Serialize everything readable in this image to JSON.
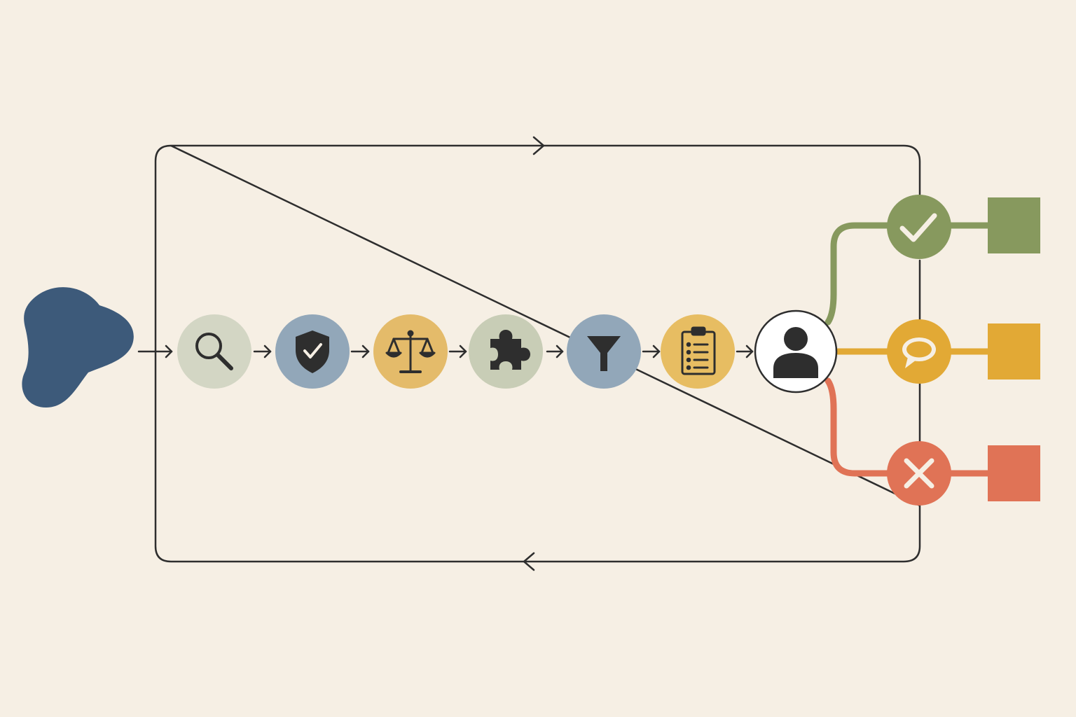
{
  "background": "#f6efe4",
  "line_color": "#2e2e2e",
  "source_blob": {
    "color": "#3d5a7a"
  },
  "pipeline_steps": [
    {
      "id": "search",
      "icon": "magnifier-icon",
      "fill": "#d3d6c4",
      "glyph_color": "#2e2e2e"
    },
    {
      "id": "verify",
      "icon": "shield-check-icon",
      "fill": "#92a7b9",
      "glyph_color": "#2e2e2e"
    },
    {
      "id": "balance",
      "icon": "scales-icon",
      "fill": "#e4bb6a",
      "glyph_color": "#2e2e2e"
    },
    {
      "id": "puzzle",
      "icon": "puzzle-icon",
      "fill": "#c8cdb6",
      "glyph_color": "#2e2e2e"
    },
    {
      "id": "filter",
      "icon": "funnel-icon",
      "fill": "#92a7b9",
      "glyph_color": "#2e2e2e"
    },
    {
      "id": "checklist",
      "icon": "clipboard-icon",
      "fill": "#e7bd62",
      "glyph_color": "#2e2e2e"
    }
  ],
  "reviewer": {
    "icon": "person-icon",
    "fill": "#ffffff",
    "stroke": "#2e2e2e"
  },
  "outcomes": [
    {
      "id": "approve",
      "icon": "checkmark-icon",
      "color": "#87995e"
    },
    {
      "id": "comment",
      "icon": "speech-bubble-icon",
      "color": "#e2a935"
    },
    {
      "id": "reject",
      "icon": "x-mark-icon",
      "color": "#e07356"
    }
  ]
}
